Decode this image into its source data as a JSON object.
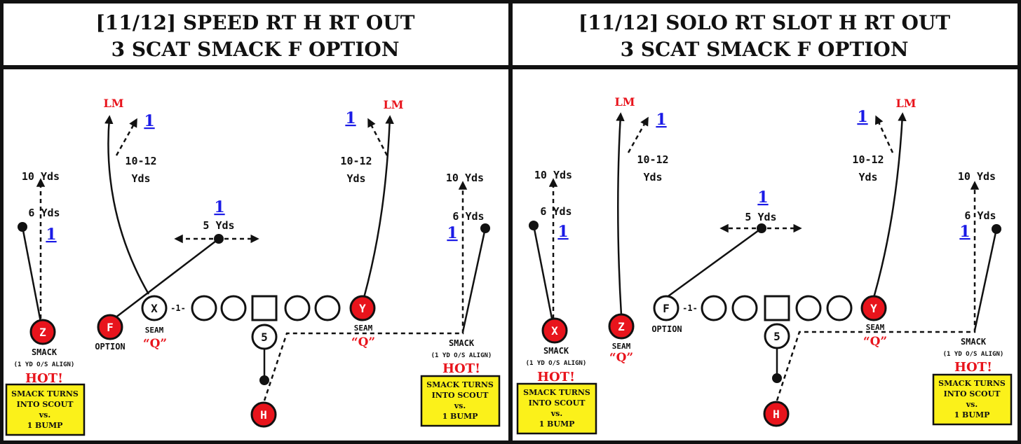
{
  "panels": [
    {
      "title_line1": "[11/12] SPEED RT H RT OUT",
      "title_line2": "3 SCAT SMACK F OPTION",
      "labels": {
        "lm_left": "LM",
        "lm_right": "LM",
        "one_a": "1",
        "one_b": "1",
        "one_c": "1",
        "one_d": "1",
        "one_e": "1",
        "yds10_left": "10 Yds",
        "yds6_left": "6 Yds",
        "yds1012_left_a": "10-12",
        "yds1012_left_b": "Yds",
        "yds1012_right_a": "10-12",
        "yds1012_right_b": "Yds",
        "yds5": "5 Yds",
        "yds10_right": "10 Yds",
        "yds6_right": "6 Yds",
        "seam_left": "SEAM",
        "q_left": "“Q”",
        "seam_right": "SEAM",
        "q_right": "“Q”",
        "option": "OPTION",
        "one_mark": "-1-",
        "smack_left": "SMACK",
        "align_left": "(1 YD O/S ALIGN)",
        "hot_left": "HOT!",
        "smack_right": "SMACK",
        "align_right": "(1 YD O/S ALIGN)",
        "hot_right": "HOT!"
      },
      "players": {
        "p1": "Z",
        "p2": "F",
        "p3": "X",
        "p4": "Y",
        "p5": "5",
        "p6": "H"
      },
      "boxes": {
        "left": [
          "SMACK TURNS",
          "INTO SCOUT",
          "vs.",
          "1 BUMP"
        ],
        "right": [
          "SMACK TURNS",
          "INTO SCOUT",
          "vs.",
          "1 BUMP"
        ]
      }
    },
    {
      "title_line1": "[11/12] SOLO RT SLOT H RT OUT",
      "title_line2": "3 SCAT SMACK F OPTION",
      "labels": {
        "lm_left": "LM",
        "lm_right": "LM",
        "one_a": "1",
        "one_b": "1",
        "one_c": "1",
        "one_d": "1",
        "one_e": "1",
        "yds10_left": "10 Yds",
        "yds6_left": "6 Yds",
        "yds1012_left_a": "10-12",
        "yds1012_left_b": "Yds",
        "yds1012_right_a": "10-12",
        "yds1012_right_b": "Yds",
        "yds5": "5 Yds",
        "yds10_right": "10 Yds",
        "yds6_right": "6 Yds",
        "seam_left": "SEAM",
        "q_left": "“Q”",
        "seam_right": "SEAM",
        "q_right": "“Q”",
        "option": "OPTION",
        "one_mark": "-1-",
        "smack_left": "SMACK",
        "align_left": "(1 YD O/S ALIGN)",
        "hot_left": "HOT!",
        "smack_right": "SMACK",
        "align_right": "(1 YD O/S ALIGN)",
        "hot_right": "HOT!"
      },
      "players": {
        "p1": "X",
        "p2": "Z",
        "p3": "F",
        "p4": "Y",
        "p5": "5",
        "p6": "H"
      },
      "boxes": {
        "left": [
          "SMACK TURNS",
          "INTO SCOUT",
          "vs.",
          "1 BUMP"
        ],
        "right": [
          "SMACK TURNS",
          "INTO SCOUT",
          "vs.",
          "1 BUMP"
        ]
      }
    }
  ],
  "colors": {
    "red": "#e8141c",
    "blue": "#1a1ae6",
    "yellow": "#fbf11a",
    "black": "#111111"
  }
}
